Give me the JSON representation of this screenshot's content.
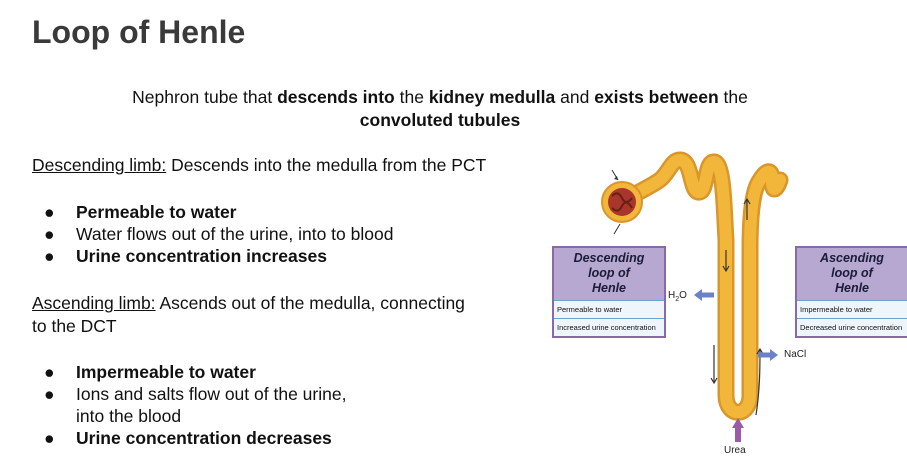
{
  "title": "Loop of Henle",
  "intro": {
    "p1": "Nephron tube that ",
    "b1": "descends into",
    "p2": " the ",
    "b2": "kidney medulla",
    "p3": " and ",
    "b3": "exists between",
    "p4": " the",
    "b4": "convoluted tubules"
  },
  "descending": {
    "heading": "Descending limb:",
    "text": " Descends into the medulla from the PCT",
    "bullets": [
      "Permeable to water",
      "Water flows out of the urine, into to blood",
      "Urine concentration increases"
    ]
  },
  "ascending": {
    "heading": "Ascending limb:",
    "text_line1": " Ascends out of the medulla, connecting",
    "text_line2": "to the DCT",
    "bullets": [
      "Impermeable to water",
      "Ions and salts flow out of the urine,",
      "into the blood",
      "Urine concentration decreases"
    ]
  },
  "bullet_char": "●",
  "diagram": {
    "left_box": {
      "title_lines": [
        "Descending",
        "loop of",
        "Henle"
      ],
      "rows": [
        "Permeable to water",
        "Increased urine concentration"
      ]
    },
    "right_box": {
      "title_lines": [
        "Ascending",
        "loop of",
        "Henle"
      ],
      "rows": [
        "Impermeable to water",
        "Decreased urine concentration"
      ]
    },
    "h2o": {
      "h": "H",
      "sub": "2",
      "o": "O"
    },
    "nacl": "NaCl",
    "urea": "Urea"
  },
  "colors": {
    "tubule": "#f2b73a",
    "tubule_edge": "#d9962a",
    "glomerulus": "#a8362a",
    "arrow_blue": "#6b82c8",
    "arrow_purple": "#9a5aa8",
    "box_border": "#8a6aa6",
    "box_header": "#b6a8d0"
  }
}
